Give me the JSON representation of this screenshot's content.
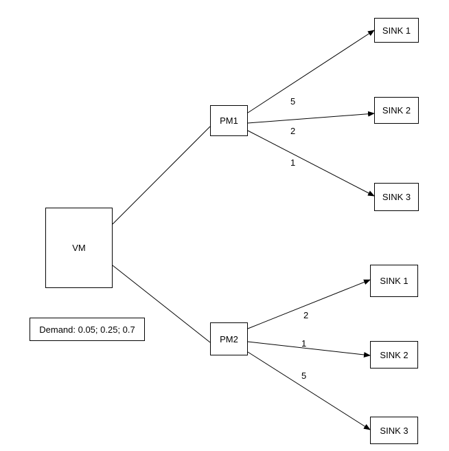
{
  "nodes": {
    "vm": "VM",
    "pm1": "PM1",
    "pm2": "PM2",
    "pm1_sinks": [
      "SINK 1",
      "SINK 2",
      "SINK 3"
    ],
    "pm2_sinks": [
      "SINK 1",
      "SINK 2",
      "SINK 3"
    ]
  },
  "demand": "Demand: 0.05; 0.25; 0.7",
  "edge_weights": {
    "pm1": [
      "5",
      "2",
      "1"
    ],
    "pm2": [
      "2",
      "1",
      "5"
    ]
  }
}
